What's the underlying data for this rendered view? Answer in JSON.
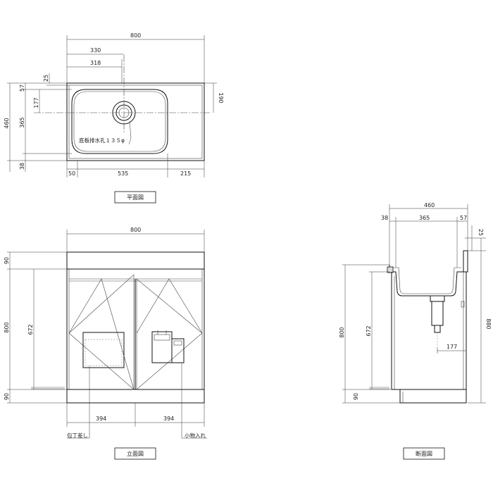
{
  "plan": {
    "title": "平面図",
    "width": "800",
    "d330": "330",
    "d318": "318",
    "d25": "25",
    "d57": "57",
    "d177": "177",
    "d460": "460",
    "d365": "365",
    "d38": "38",
    "d190": "190",
    "d50": "50",
    "d535": "535",
    "d215": "215",
    "drain_label": "底板排水孔１３５φ"
  },
  "front": {
    "title": "立面図",
    "width": "800",
    "d90_top": "90",
    "d800": "800",
    "d672": "672",
    "d90_bottom": "90",
    "d394_left": "394",
    "d394_right": "394",
    "knife_label": "包丁差し",
    "storage_label": "小物入れ"
  },
  "section": {
    "title": "断面図",
    "d460": "460",
    "d38": "38",
    "d365": "365",
    "d57": "57",
    "d25": "25",
    "d800": "800",
    "d880": "880",
    "d672": "672",
    "d90": "90",
    "d177": "177"
  }
}
